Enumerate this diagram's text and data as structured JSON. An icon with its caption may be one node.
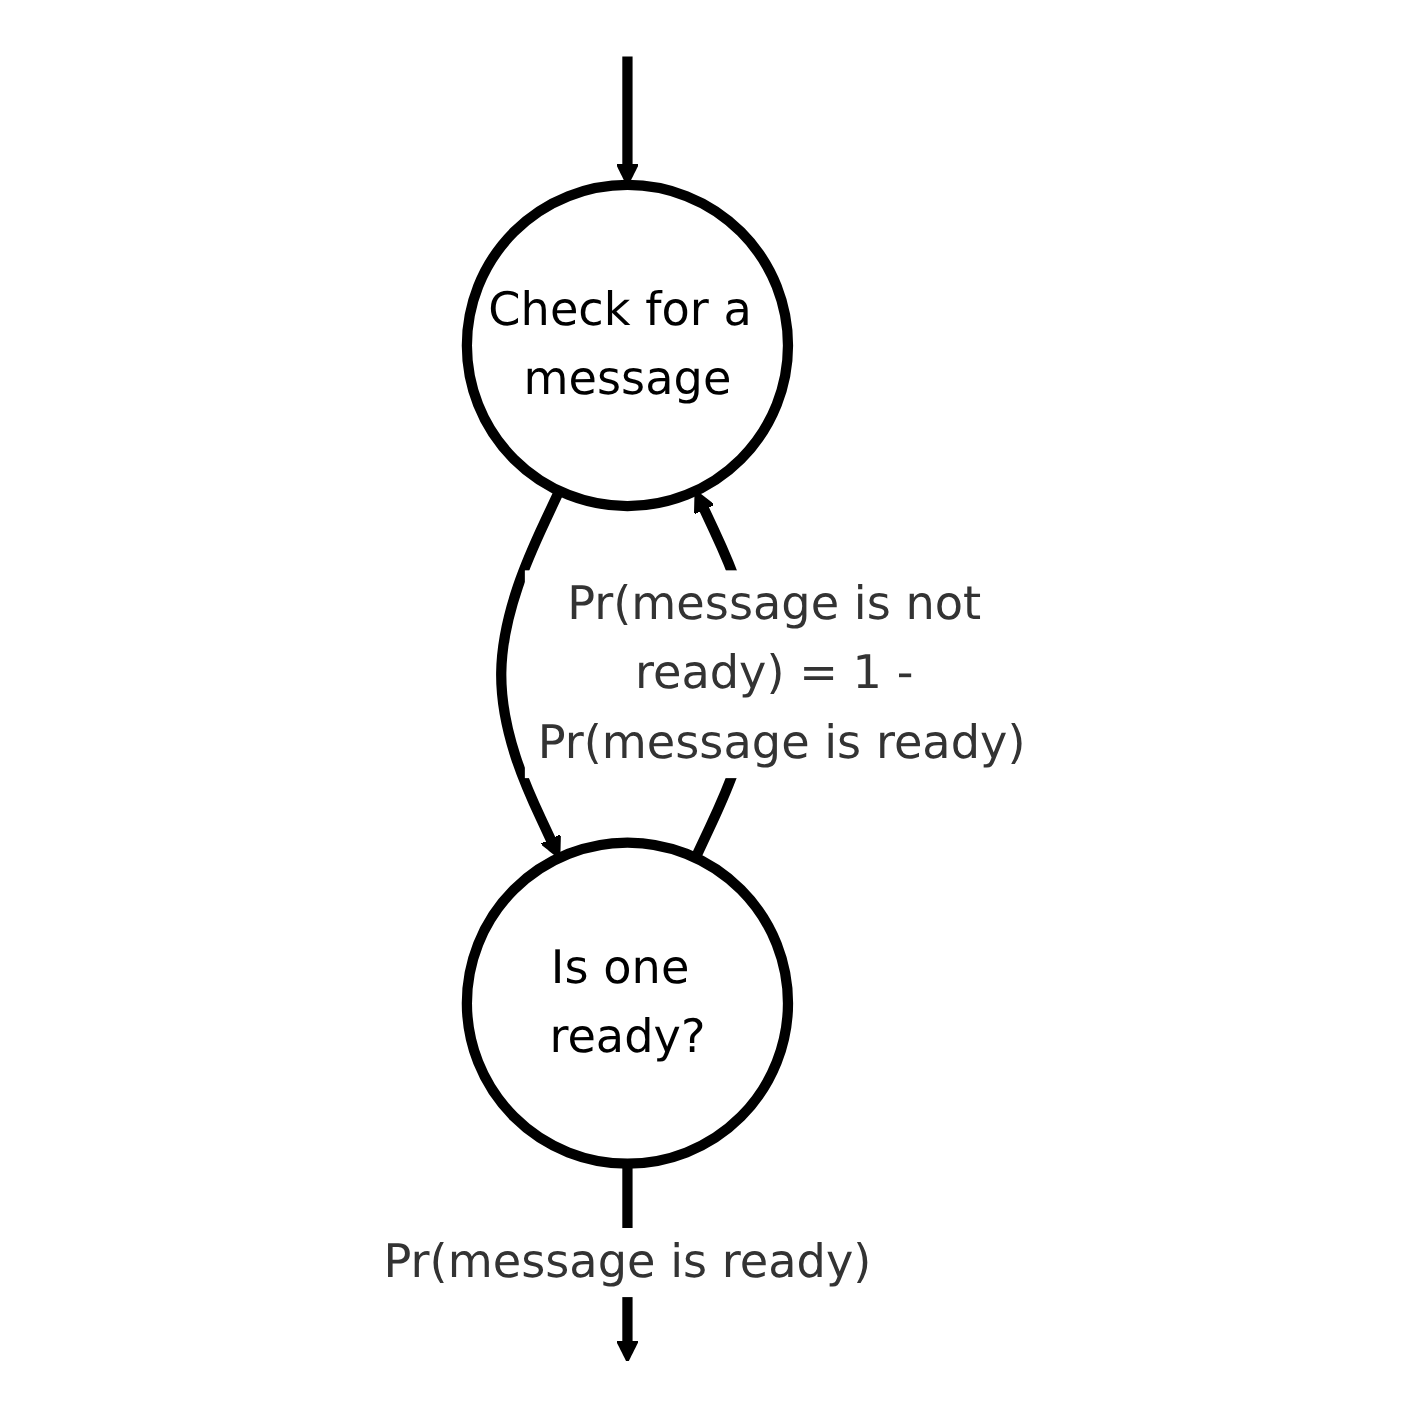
{
  "diagram": {
    "nodes": [
      {
        "text": [
          "Check for a message"
        ]
      },
      {
        "text": [
          "Is one ready?"
        ]
      }
    ],
    "edges": [
      {
        "from": null,
        "to": 0,
        "arrow": "to"
      },
      {
        "from": 0,
        "to": 1,
        "arrow": "to"
      },
      {
        "from": 1,
        "to": 0,
        "arrow": "to",
        "label": "Pr(message is not ready) = 1 - Pr(message is ready)"
      },
      {
        "from": 1,
        "to": null,
        "arrow": "to",
        "label": "Pr(message is ready)"
      }
    ]
  }
}
